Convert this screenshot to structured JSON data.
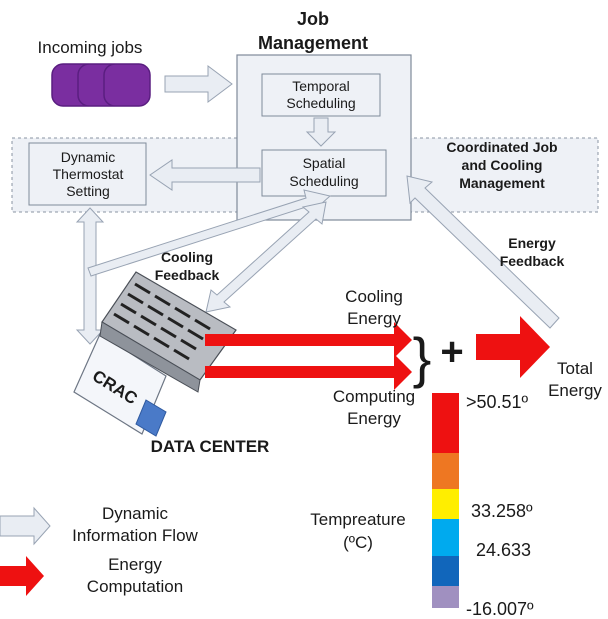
{
  "title": {
    "line1": "Job",
    "line2": "Management"
  },
  "incoming": {
    "label": "Incoming jobs",
    "job_color": "#7a2ea0"
  },
  "boxes": {
    "temporal": {
      "line1": "Temporal",
      "line2": "Scheduling"
    },
    "spatial": {
      "line1": "Spatial",
      "line2": "Scheduling"
    },
    "thermostat": {
      "line1": "Dynamic",
      "line2": "Thermostat",
      "line3": "Setting"
    }
  },
  "coordinated": {
    "line1": "Coordinated Job",
    "line2": "and Cooling",
    "line3": "Management"
  },
  "feedback": {
    "cooling": {
      "line1": "Cooling",
      "line2": "Feedback"
    },
    "energy": {
      "line1": "Energy",
      "line2": "Feedback"
    }
  },
  "datacenter": {
    "label": "DATA CENTER",
    "crac_label": "CRAC"
  },
  "energy": {
    "cooling": {
      "line1": "Cooling",
      "line2": "Energy"
    },
    "computing": {
      "line1": "Computing",
      "line2": "Energy"
    },
    "total": {
      "line1": "Total",
      "line2": "Energy"
    },
    "brace": "}",
    "plus": "+"
  },
  "legend": {
    "info_flow": {
      "line1": "Dynamic",
      "line2": "Information Flow"
    },
    "computation": {
      "line1": "Energy",
      "line2": "Computation"
    }
  },
  "temperature": {
    "title_line1": "Tempreature",
    "title_line2": "(ºC)",
    "labels": [
      ">50.51º",
      "33.258º",
      "24.633",
      "-16.007º"
    ],
    "colors": [
      "#ee1111",
      "#ee7722",
      "#ffee00",
      "#00aaee",
      "#1166bb",
      "#a090c0"
    ]
  },
  "colors": {
    "panel_fill": "#eef1f6",
    "panel_stroke": "#7f8a99",
    "arrow_fill": "#e9edf3",
    "arrow_stroke": "#98a3b3",
    "red": "#ee1111"
  }
}
